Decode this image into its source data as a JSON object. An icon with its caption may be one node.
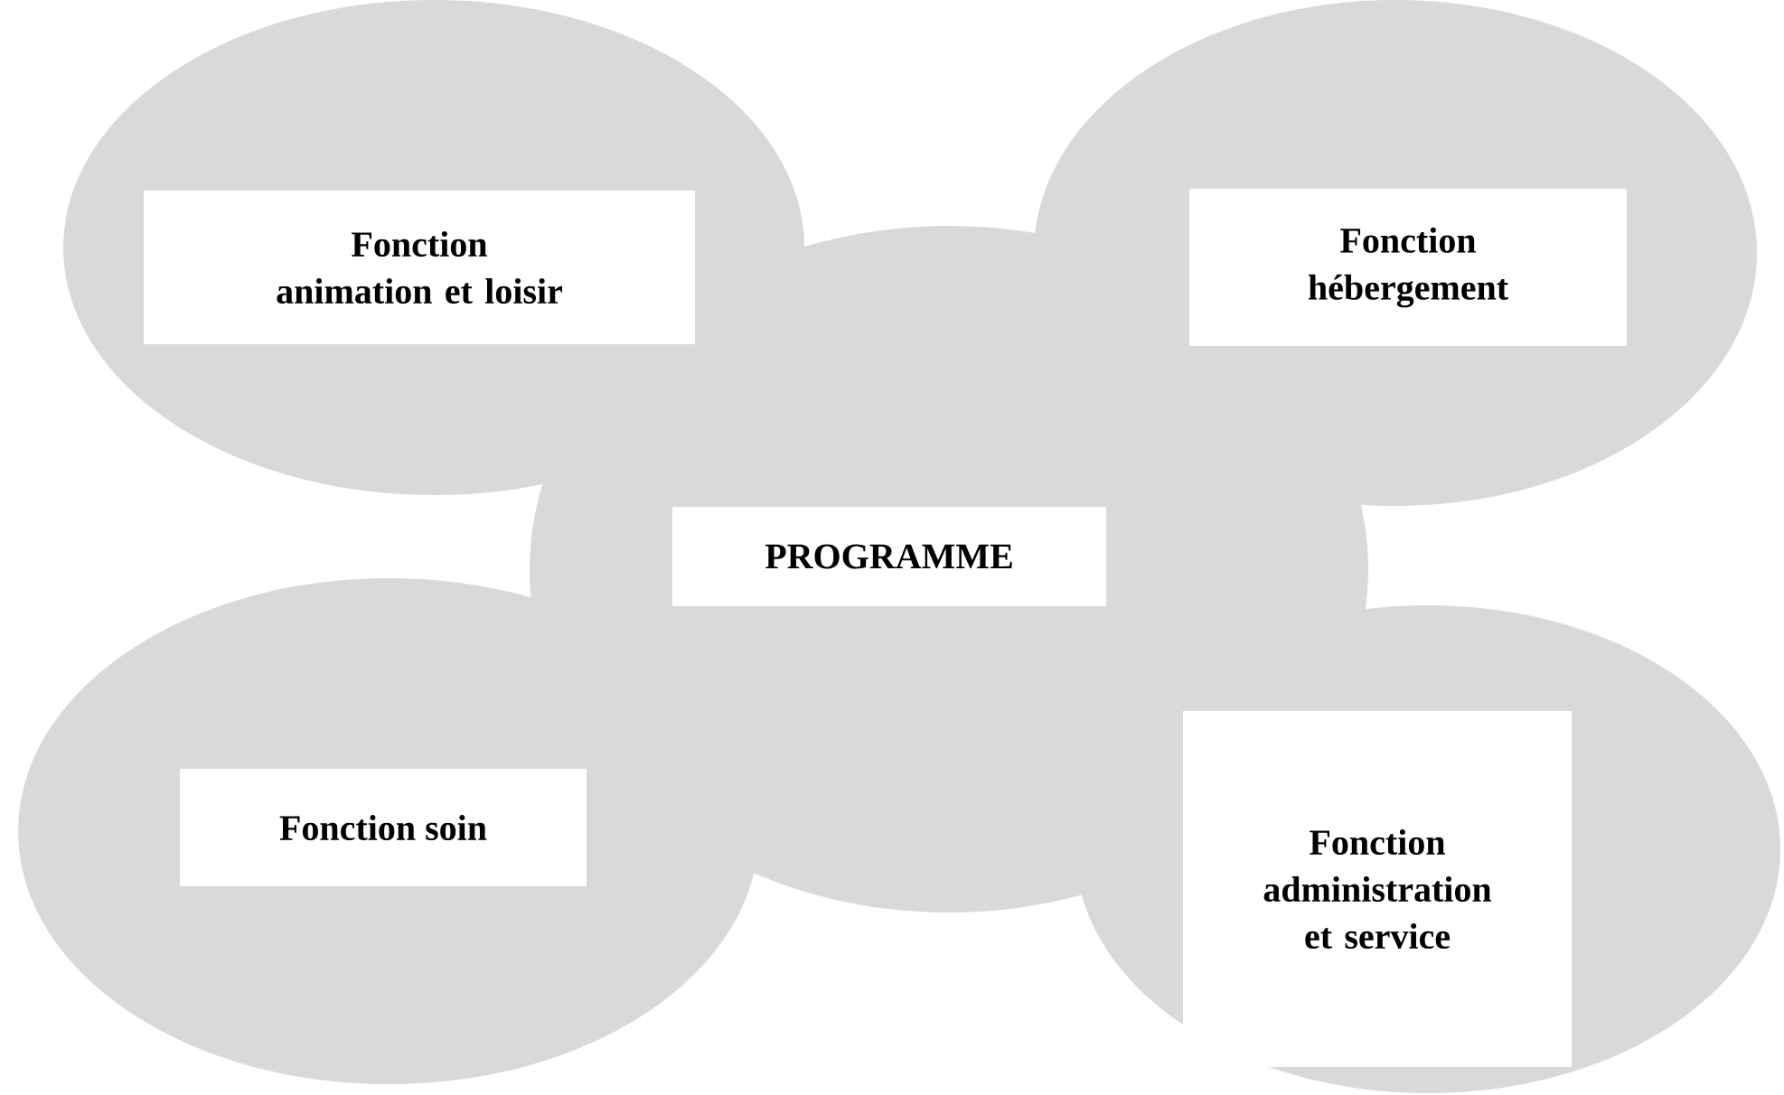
{
  "diagram": {
    "nodes": [
      {
        "text": [
          "PROGRAMME"
        ]
      },
      {
        "text": [
          "Fonction animation et loisir"
        ]
      },
      {
        "text": [
          "Fonction hébergement"
        ]
      },
      {
        "text": [
          "Fonction soin"
        ]
      },
      {
        "text": [
          "Fonction administration et service"
        ]
      }
    ]
  }
}
